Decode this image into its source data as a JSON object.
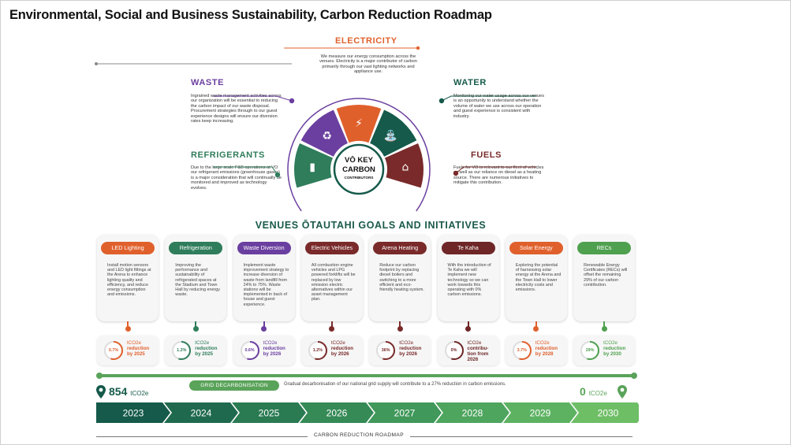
{
  "title": "Environmental, Social and Business Sustainability, Carbon Reduction Roadmap",
  "colors": {
    "orange": "#e0602c",
    "green": "#2f7d5b",
    "purple": "#6b3fa0",
    "maroon": "#7a2a2a",
    "dark_teal": "#155a4a",
    "timeline_green": "#5aa35a"
  },
  "hub": {
    "line1": "VŌ KEY",
    "line2": "CARBON",
    "line3": "CONTRIBUTORS",
    "segments": [
      {
        "name": "refrigerants",
        "icon": "fridge-icon",
        "color": "#2f7d5b"
      },
      {
        "name": "waste",
        "icon": "recycle-icon",
        "color": "#6b3fa0"
      },
      {
        "name": "electricity",
        "icon": "lightning-icon",
        "color": "#e0602c"
      },
      {
        "name": "water",
        "icon": "water-tap-icon",
        "color": "#155a4a"
      },
      {
        "name": "fuels",
        "icon": "factory-icon",
        "color": "#7a2a2a"
      }
    ]
  },
  "contributors": {
    "electricity": {
      "title": "ELECTRICITY",
      "text": "We measure our energy consumption across the venues. Electricity is a major contributor of carbon primarily through our vast lighting networks and appliance use."
    },
    "waste": {
      "title": "WASTE",
      "text": "Ingrained waste management activities across our organization will be essential to reducing the carbon impact of our waste disposal. Procurement strategies through to our guest experience designs will ensure our diversion rates keep increasing."
    },
    "water": {
      "title": "WATER",
      "text": "Monitoring our water usage across our venues is an opportunity to understand whether the volume of water we use across our operation and guest experience is consistent with industry."
    },
    "refrigerants": {
      "title": "REFRIGERANTS",
      "text": "Due to the large scale F&B operations at VO our refrigerant emissions (greenhouse gases) is a major consideration that will continually be monitored and improved as technology evolves."
    },
    "fuels": {
      "title": "FUELS",
      "text": "Fuels for VO is relevant to our fleet of vehicles as well as our reliance on diesel as a heating source. There are numerous initiatives to mitigate this contribution."
    }
  },
  "section_title": "VENUES ŌTAUTAHI GOALS AND INITIATIVES",
  "initiatives": [
    {
      "label": "LED Lighting",
      "color": "#e0602c",
      "text": "Install motion sensors and LED light fittings at the Arena to enhance lighting quality and efficiency, and reduce energy consumption and emissions.",
      "percent": "0.7%",
      "pct_value": 0.7,
      "stat": [
        "tCO2e",
        "reduction",
        "by 2025"
      ]
    },
    {
      "label": "Refrigeration",
      "color": "#2f7d5b",
      "text": "Improving the performance and sustainability of refrigerated spaces at the Stadium and Town Hall by reducing energy waste.",
      "percent": "1.2%",
      "pct_value": 1.2,
      "stat": [
        "tCO2e",
        "reduction",
        "by 2025"
      ]
    },
    {
      "label": "Waste Diversion",
      "color": "#6b3fa0",
      "text": "Implement waste improvement strategy to increase diversion of waste from landfill from 24% to 75%. Waste stations will be implemented in back of house and guest experience.",
      "percent": "0.6%",
      "pct_value": 0.6,
      "stat": [
        "tCO2e",
        "reduction",
        "by 2026"
      ]
    },
    {
      "label": "Electric Vehicles",
      "color": "#7a2a2a",
      "text": "All combustion engine vehicles and LPG powered forklifts will be replaced by low emission electric alternatives within our asset management plan.",
      "percent": "1.2%",
      "pct_value": 1.2,
      "stat": [
        "tCO2e",
        "reduction",
        "by 2026"
      ]
    },
    {
      "label": "Arena Heating",
      "color": "#7a2a2a",
      "text": "Reduce our carbon footprint by replacing diesel boilers and switching to a more efficient and eco-friendly heating system.",
      "percent": "36%",
      "pct_value": 36,
      "stat": [
        "tCO2e",
        "reduction",
        "by 2026"
      ]
    },
    {
      "label": "Te Kaha",
      "color": "#6e2626",
      "text": "With the introduction of Te Kaha we will implement new technology so we can work towards this operating with 0% carbon emissions.",
      "percent": "0%",
      "pct_value": 0,
      "stat": [
        "tCO2e",
        "contribu-",
        "tion from",
        "2026"
      ]
    },
    {
      "label": "Solar Energy",
      "color": "#e0602c",
      "text": "Exploring the potential of harnessing solar energy at the Arena and the Town Hall to lower electricity costs and emissions.",
      "percent": "3.7%",
      "pct_value": 3.7,
      "stat": [
        "tCO2e",
        "reduction",
        "by 2028"
      ]
    },
    {
      "label": "RECs",
      "color": "#4fa04f",
      "text": "Renewable Energy Certificates (RECs) will offset the remaining 29% of our carbon contribution.",
      "percent": "29%",
      "pct_value": 29,
      "stat": [
        "tCO2e",
        "reduction",
        "by 2030"
      ]
    }
  ],
  "grid": {
    "label": "GRID DECARBONISATION",
    "text": "Gradual decarbonisation of our national grid supply will contribute to a 27% reduction in carbon emissions."
  },
  "totals": {
    "start_value": "854",
    "end_value": "0",
    "unit": "tCO2e"
  },
  "years": [
    "2023",
    "2024",
    "2025",
    "2026",
    "2027",
    "2028",
    "2029",
    "2030"
  ],
  "year_colors": [
    "#155a4a",
    "#1f6a4e",
    "#2a7a52",
    "#358a56",
    "#40985a",
    "#4da55e",
    "#5db262",
    "#6ebe66"
  ],
  "roadmap_label": "CARBON REDUCTION ROADMAP"
}
